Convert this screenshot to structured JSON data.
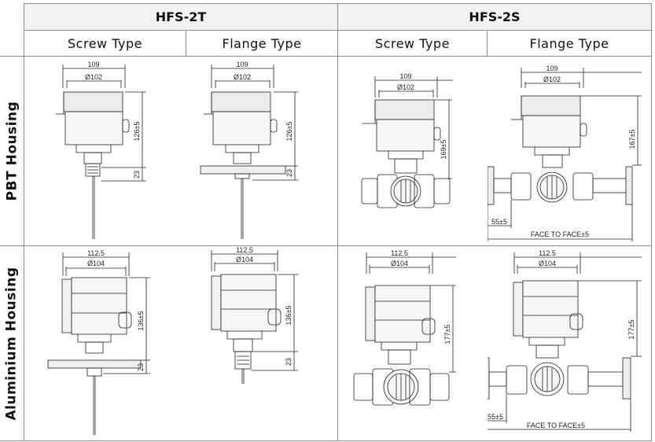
{
  "header": {
    "hfs2t": "HFS-2T",
    "hfs2s": "HFS-2S",
    "screw_type": "Screw Type",
    "flange_type": "Flange Type"
  },
  "rows": {
    "pbt": "PBT Housing",
    "aluminium": "Aluminium Housing"
  },
  "drawings": {
    "pbt_2t_screw": {
      "width": "109",
      "dia": "Ø102",
      "height": "126±5",
      "lower": "23"
    },
    "pbt_2t_flange": {
      "width": "109",
      "dia": "Ø102",
      "height": "126±5",
      "lower": "23"
    },
    "pbt_2s_screw": {
      "width": "109",
      "dia": "Ø102",
      "height": "169±5"
    },
    "pbt_2s_flange": {
      "width": "109",
      "dia": "Ø102",
      "height": "167±5",
      "offset": "55±5",
      "face": "FACE TO FACE±5"
    },
    "al_2t_screw": {
      "width": "112.5",
      "dia": "Ø104",
      "height": "136±5",
      "lower": "23"
    },
    "al_2t_flange": {
      "width": "112.5",
      "dia": "Ø104",
      "height": "136±5",
      "lower": "23"
    },
    "al_2s_screw": {
      "width": "112.5",
      "dia": "Ø104",
      "height": "177±5"
    },
    "al_2s_flange": {
      "width": "112.5",
      "dia": "Ø104",
      "height": "177±5",
      "offset": "55±5",
      "face": "FACE TO FACE±5"
    }
  },
  "colors": {
    "grid": "#8c8c8c",
    "header_bg": "#f2f2f2",
    "line": "#222222",
    "cap": "#e6e6e6"
  }
}
